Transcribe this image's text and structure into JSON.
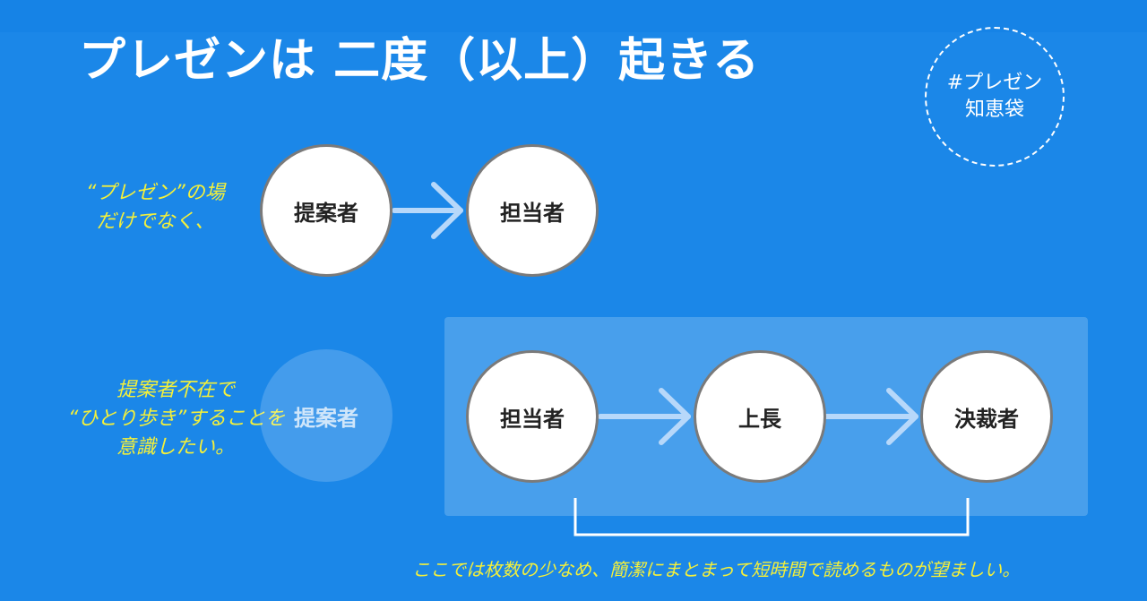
{
  "title": "プレゼンは 二度（以上）起きる",
  "badge": {
    "line1": "#プレゼン",
    "line2": "知恵袋"
  },
  "note1": {
    "line1": "“プレゼン”の場",
    "line2": "だけでなく、"
  },
  "note2": {
    "line1": "提案者不在で",
    "line2": "“ひとり歩き”することを",
    "line3": "意識したい。"
  },
  "row1": {
    "node1": "提案者",
    "node2": "担当者"
  },
  "row2": {
    "ghost": "提案者",
    "node1": "担当者",
    "node2": "上長",
    "node3": "決裁者"
  },
  "footnote": "ここでは枚数の少なめ、簡潔にまとまって短時間で読めるものが望ましい。",
  "colors": {
    "background": "#1b87e8",
    "accent_text": "#f4f03a",
    "arrow": "#b7d8fa"
  }
}
